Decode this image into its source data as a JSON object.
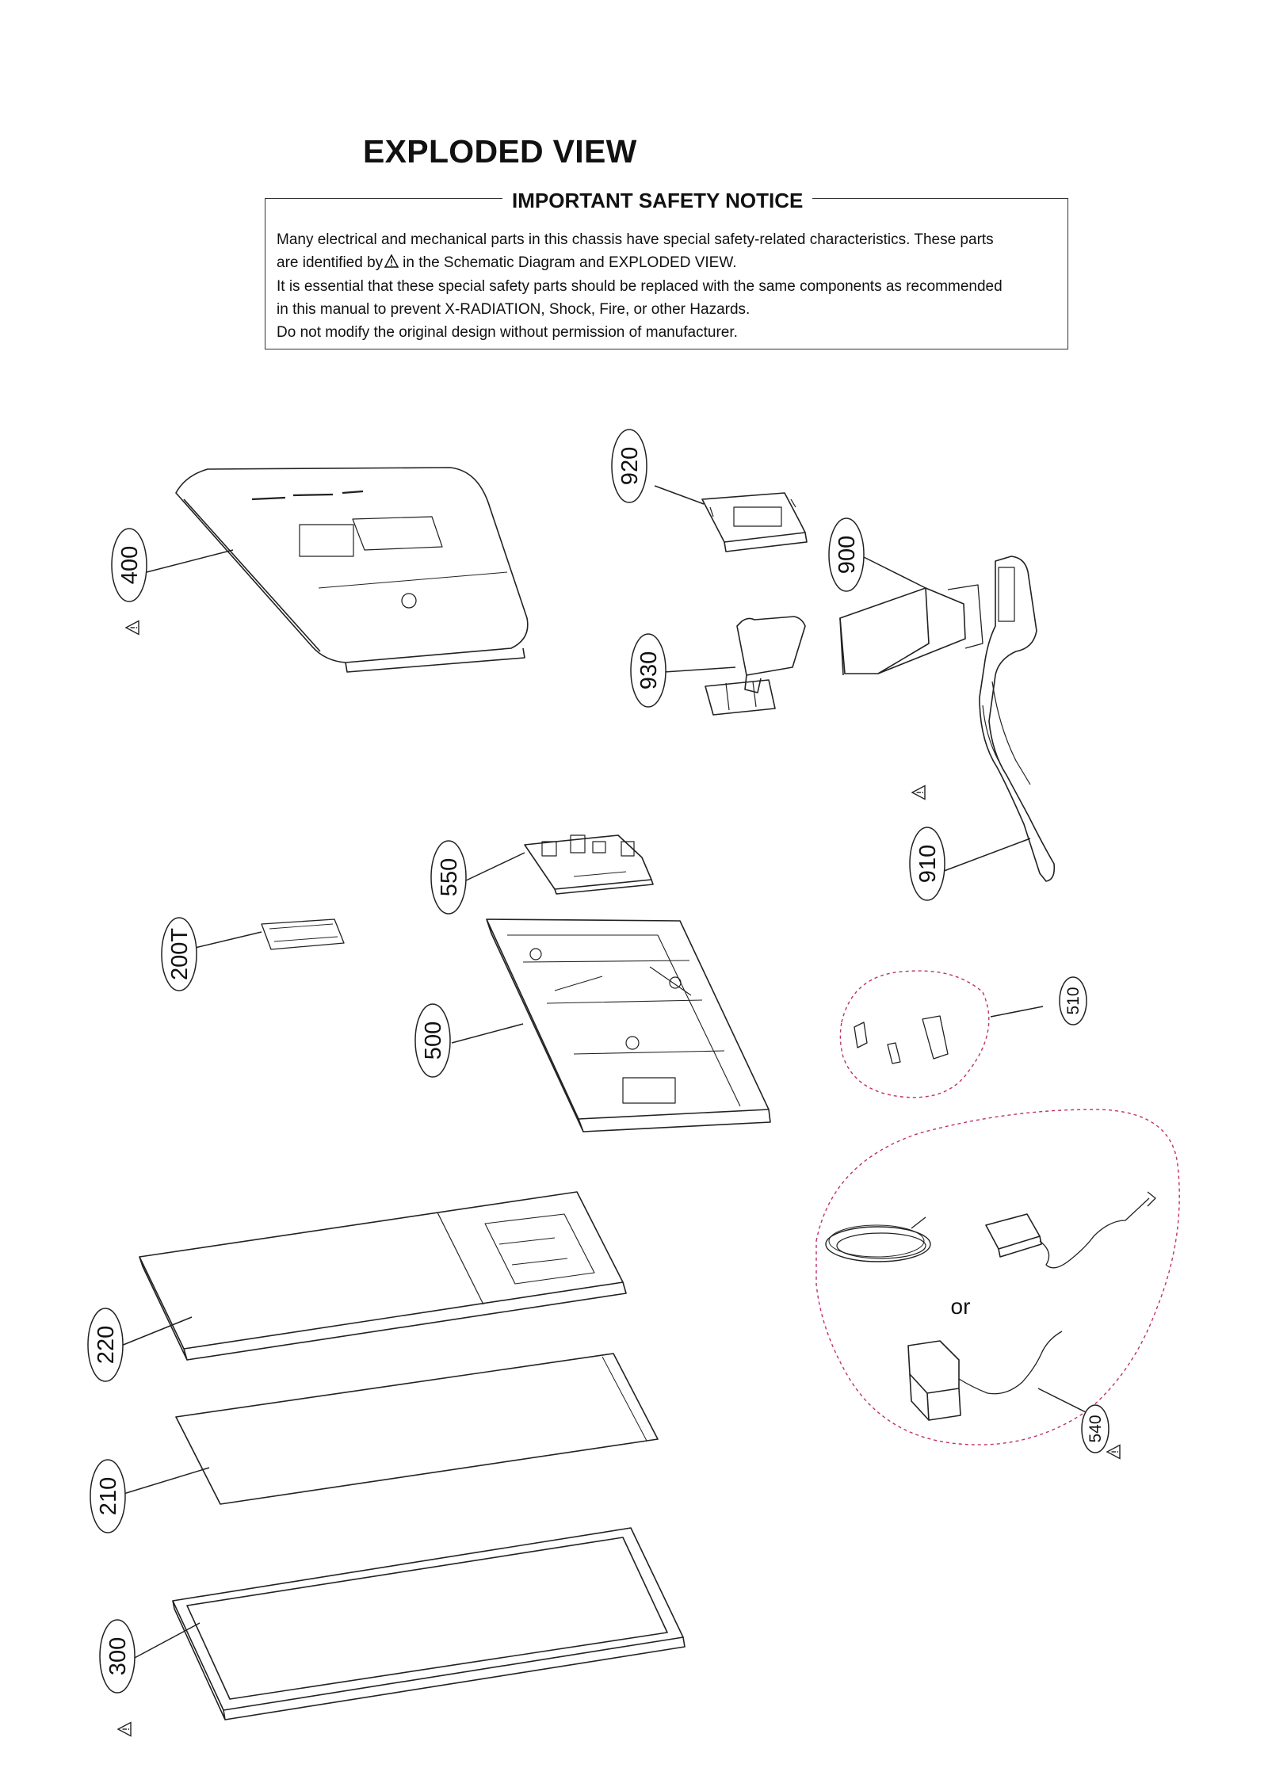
{
  "page": {
    "title": "EXPLODED VIEW"
  },
  "notice": {
    "heading": "IMPORTANT SAFETY NOTICE",
    "line1": "Many electrical and mechanical parts in this chassis have special safety-related characteristics. These parts",
    "line2_before": "are identified by",
    "line2_after": "in the Schematic Diagram and EXPLODED VIEW.",
    "line3": "It is essential that these special safety parts should be replaced with the same components as recommended",
    "line4": "in this manual to prevent X-RADIATION, Shock, Fire, or other Hazards.",
    "line5": "Do not modify the original design without permission of manufacturer."
  },
  "callouts": {
    "c400": "400",
    "c920": "920",
    "c900": "900",
    "c930": "930",
    "c910": "910",
    "c550": "550",
    "c200T": "200T",
    "c500": "500",
    "c510": "510",
    "c220": "220",
    "c210": "210",
    "c300": "300",
    "c540": "540"
  },
  "alternative_label": "or",
  "icons": {
    "safety_mark": "warning-triangle-icon"
  },
  "colors": {
    "line": "#222222",
    "dashed_group": "#c0306e"
  }
}
